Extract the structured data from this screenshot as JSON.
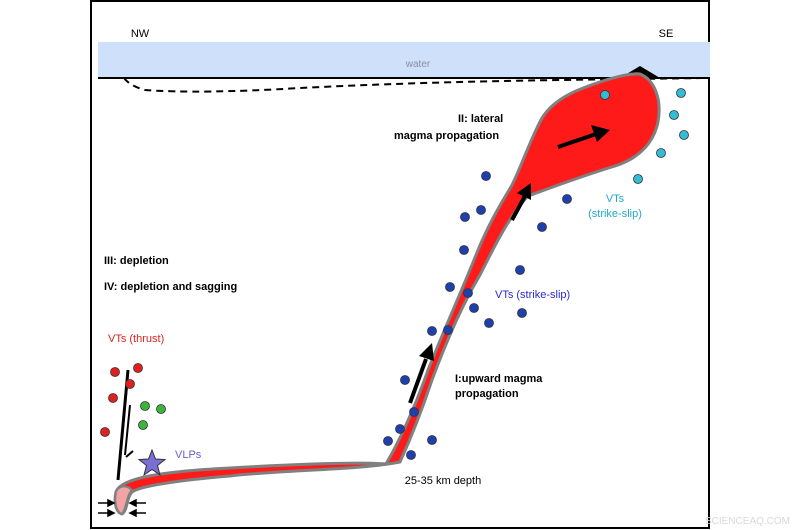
{
  "compass": {
    "left": "NW",
    "right": "SE"
  },
  "water_label": "water",
  "stages": {
    "lateral_line1": "II: lateral",
    "lateral_line2": "magma propagation",
    "depletion": "III: depletion",
    "sagging": "IV: depletion and sagging",
    "upward_line1": "I:upward magma",
    "upward_line2": "propagation"
  },
  "labels": {
    "vts_thrust": "VTs (thrust)",
    "vts_strike_slip_mid": "VTs (strike-slip)",
    "vts_strike_slip_top_line1": "VTs",
    "vts_strike_slip_top_line2": "(strike-slip)",
    "vlps": "VLPs",
    "depth": "25-35 km depth"
  },
  "watermark": "SCIENCEAQ.COM",
  "colors": {
    "magma": "#ff1a1a",
    "magma_outline": "#808080",
    "water": "#cfe0fb",
    "thrust_events": "#e02020",
    "vlp_events": "#3cb43c",
    "vlp_star": "#7b6fd6",
    "vt_dark": "#1e3fae",
    "vt_cyan": "#33bcd6",
    "label_blue": "#2a2ad0",
    "label_purple": "#6a5fd0",
    "label_cyan": "#22aacb",
    "label_red": "#e02020"
  }
}
